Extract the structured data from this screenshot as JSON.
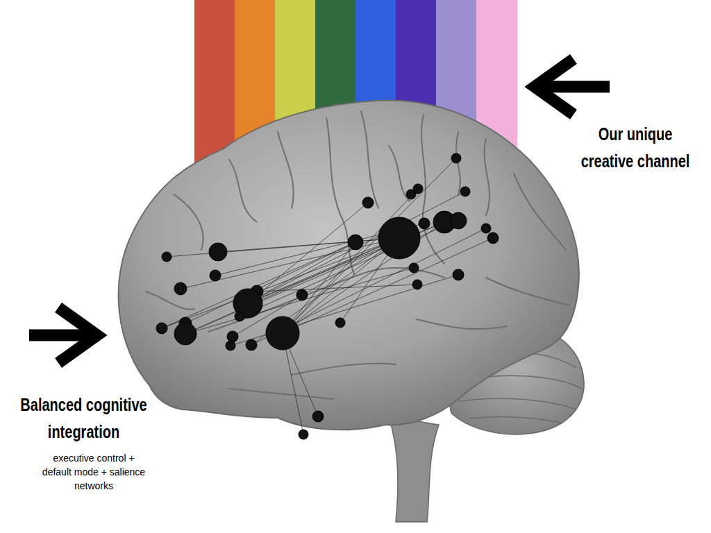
{
  "diagram": {
    "labels": [
      "Our unique creative channel",
      "Balanced cognitive integration",
      "executive control + default mode + salience networks"
    ]
  }
}
